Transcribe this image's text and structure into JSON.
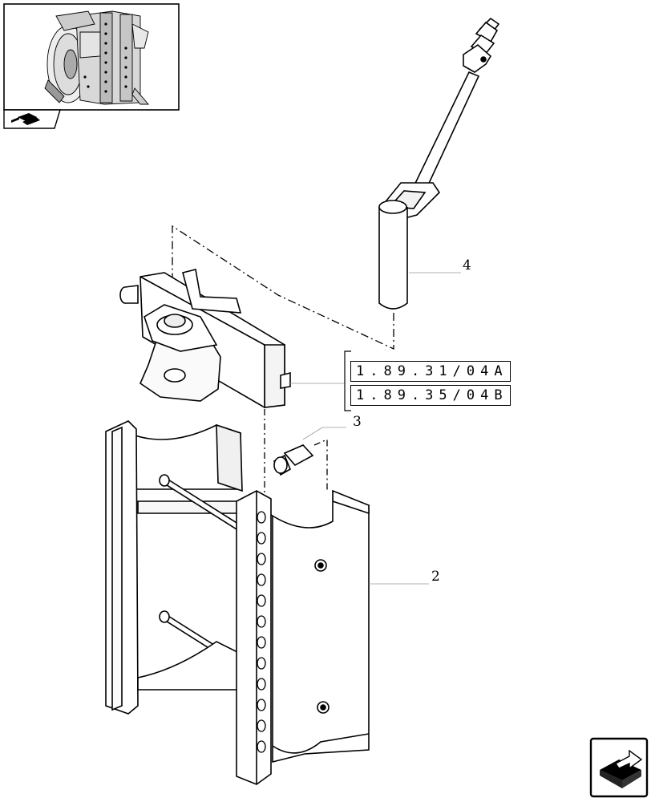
{
  "callouts": {
    "part_2": "2",
    "part_3": "3",
    "part_4": "4"
  },
  "references": [
    {
      "text": "1.89.31/04A"
    },
    {
      "text": "1.89.35/04B"
    }
  ],
  "colors": {
    "line": "#000000",
    "background": "#ffffff",
    "leader": "#999999"
  },
  "icons": {
    "thumbnail_nav": "arrow-to-box-icon",
    "next_page": "arrow-to-box-icon"
  }
}
